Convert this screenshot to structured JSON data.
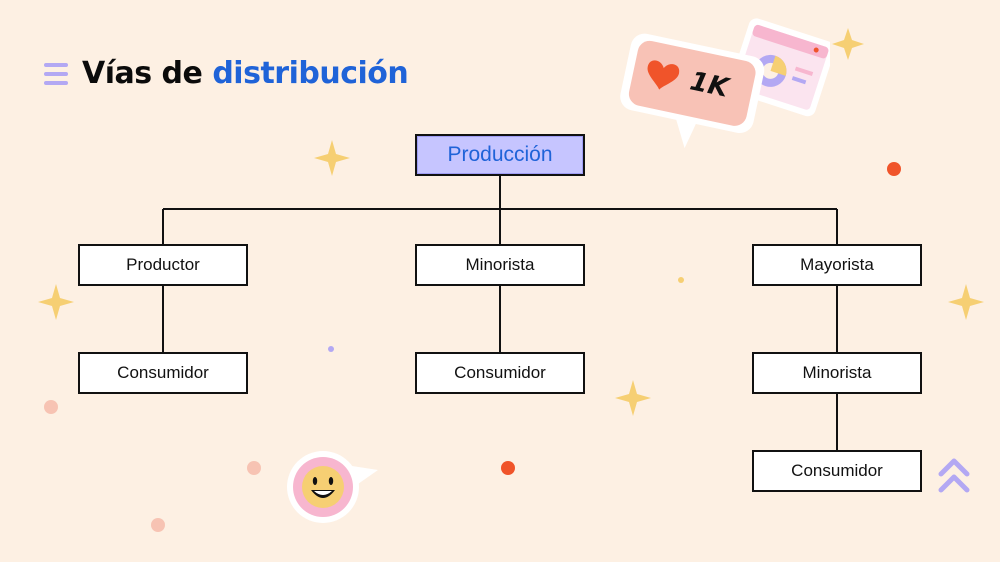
{
  "title": {
    "prefix": "Vías de",
    "highlight": "distribución"
  },
  "diagram": {
    "root": "Producción",
    "branches": [
      {
        "nodes": [
          "Productor",
          "Consumidor"
        ]
      },
      {
        "nodes": [
          "Minorista",
          "Consumidor"
        ]
      },
      {
        "nodes": [
          "Mayorista",
          "Minorista",
          "Consumidor"
        ]
      }
    ]
  },
  "stickers": {
    "likes_badge": "1K"
  },
  "colors": {
    "background": "#fdf0e3",
    "accent_blue": "#1f63d8",
    "root_fill": "#c6c5ff",
    "star": "#f6cf73",
    "dot_red": "#f0542a",
    "lavender": "#b3a8f3"
  },
  "icons": [
    "menu-lines-icon",
    "heart-icon",
    "browser-window-icon",
    "smiley-face-icon",
    "double-chevron-up-icon",
    "star-icon"
  ]
}
